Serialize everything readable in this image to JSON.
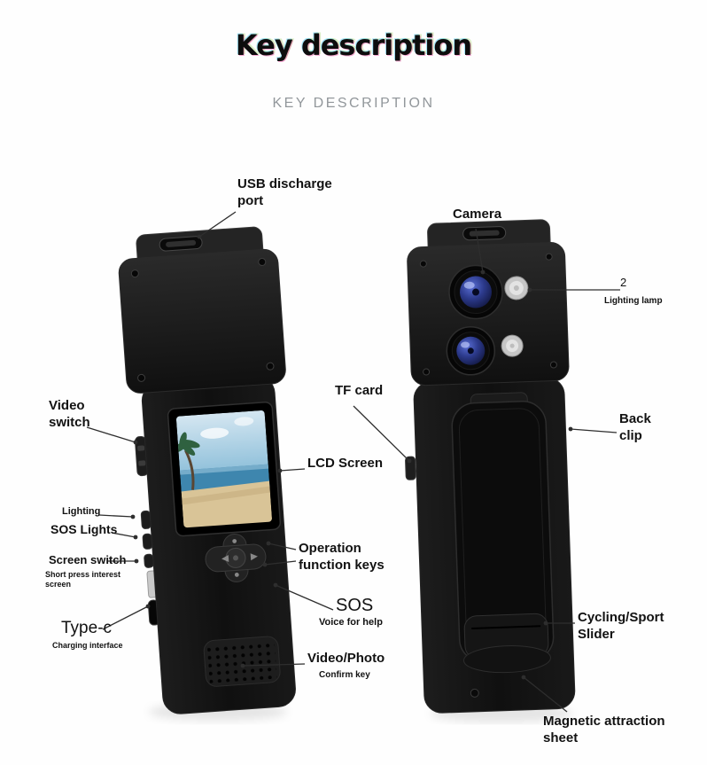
{
  "header": {
    "title": "Key description",
    "subtitle": "KEY DESCRIPTION"
  },
  "callouts": {
    "usb_port": "USB discharge\nport",
    "camera": "Camera",
    "lighting_lamp_count": "2",
    "lighting_lamp": "Lighting lamp",
    "video_switch": "Video\nswitch",
    "tf_card": "TF card",
    "back_clip": "Back\nclip",
    "lcd_screen": "LCD Screen",
    "lighting": "Lighting",
    "sos_lights": "SOS Lights",
    "screen_switch": "Screen switch",
    "screen_switch_note": "Short press interest\nscreen",
    "operation_keys": "Operation\nfunction keys",
    "sos": "SOS",
    "sos_note": "Voice for help",
    "type_c": "Type-c",
    "type_c_note": "Charging interface",
    "video_photo": "Video/Photo",
    "video_photo_note": "Confirm key",
    "cycling_slider": "Cycling/Sport\nSlider",
    "magnetic_sheet": "Magnetic attraction\nsheet"
  },
  "colors": {
    "device_body": "#131313",
    "lens_glass": "#2c3a8c",
    "leader_line": "#2e2e2e",
    "subtitle_gray": "#92979b",
    "screen_sky": "#9fc8e2",
    "screen_sea": "#3e86ae",
    "screen_sand": "#d9c497"
  }
}
